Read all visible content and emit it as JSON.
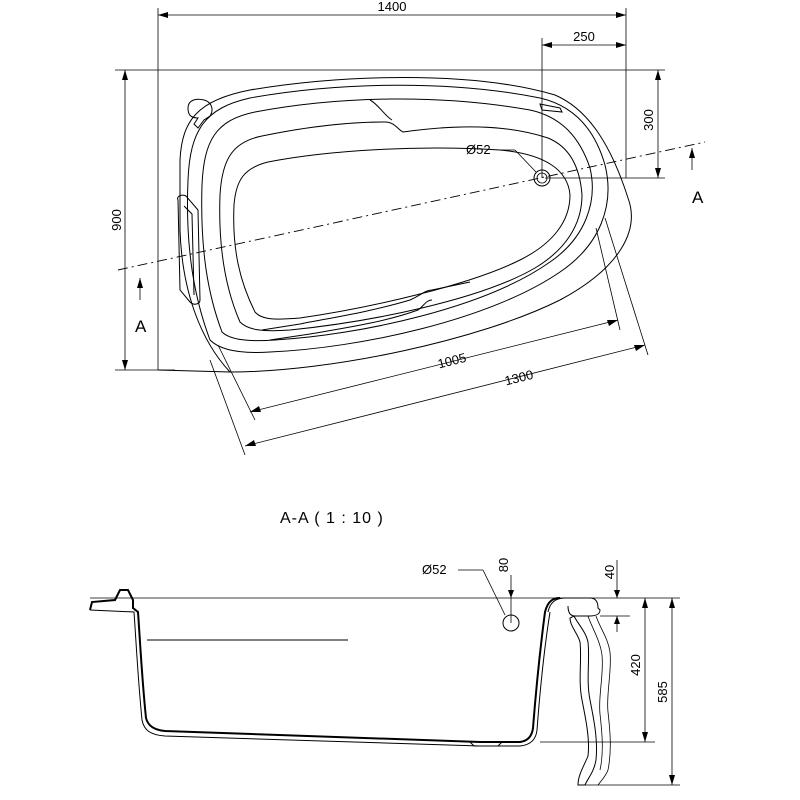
{
  "plan_view": {
    "dim_overall_width": "1400",
    "dim_overall_depth": "900",
    "dim_drain_from_right": "250",
    "dim_drain_from_top": "300",
    "drain_diameter": "Ø52",
    "dim_inner_length": "1005",
    "dim_outer_length": "1300",
    "section_marker_left": "A",
    "section_marker_right": "A"
  },
  "section_view": {
    "title": "A-A  ( 1 : 10 )",
    "drain_diameter": "Ø52",
    "dim_drain_depth": "80",
    "dim_rim_thickness": "40",
    "dim_inner_depth": "420",
    "dim_total_height": "585"
  }
}
